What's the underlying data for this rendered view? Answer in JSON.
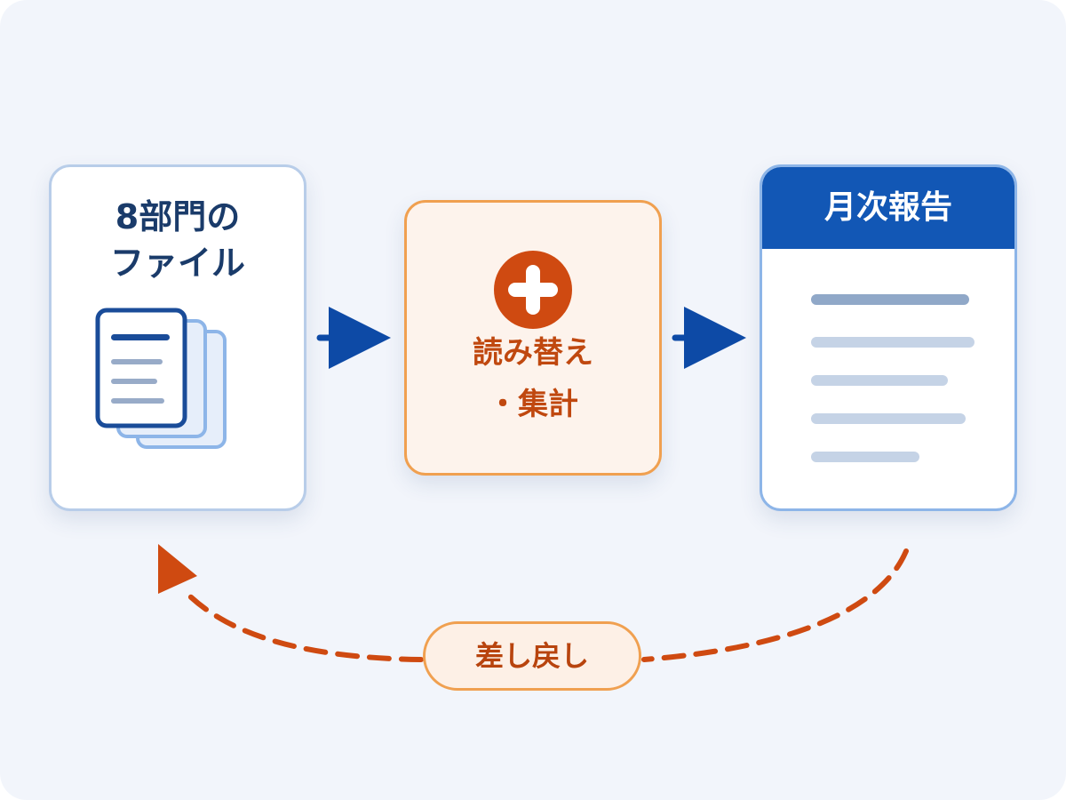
{
  "source": {
    "title_line1": "8部門の",
    "title_line2": "ファイル",
    "icon": "document-stack-icon"
  },
  "process": {
    "icon": "plus-circle-icon",
    "label_line1": "読み替え",
    "label_line2": "・集計"
  },
  "report": {
    "title": "月次報告",
    "line_count": 5
  },
  "feedback": {
    "label": "差し戻し"
  },
  "colors": {
    "background": "#f2f5fb",
    "navy": "#1a3b6a",
    "blue": "#1257b5",
    "orange": "#c0480f",
    "orange_light": "#fdf0e6"
  }
}
